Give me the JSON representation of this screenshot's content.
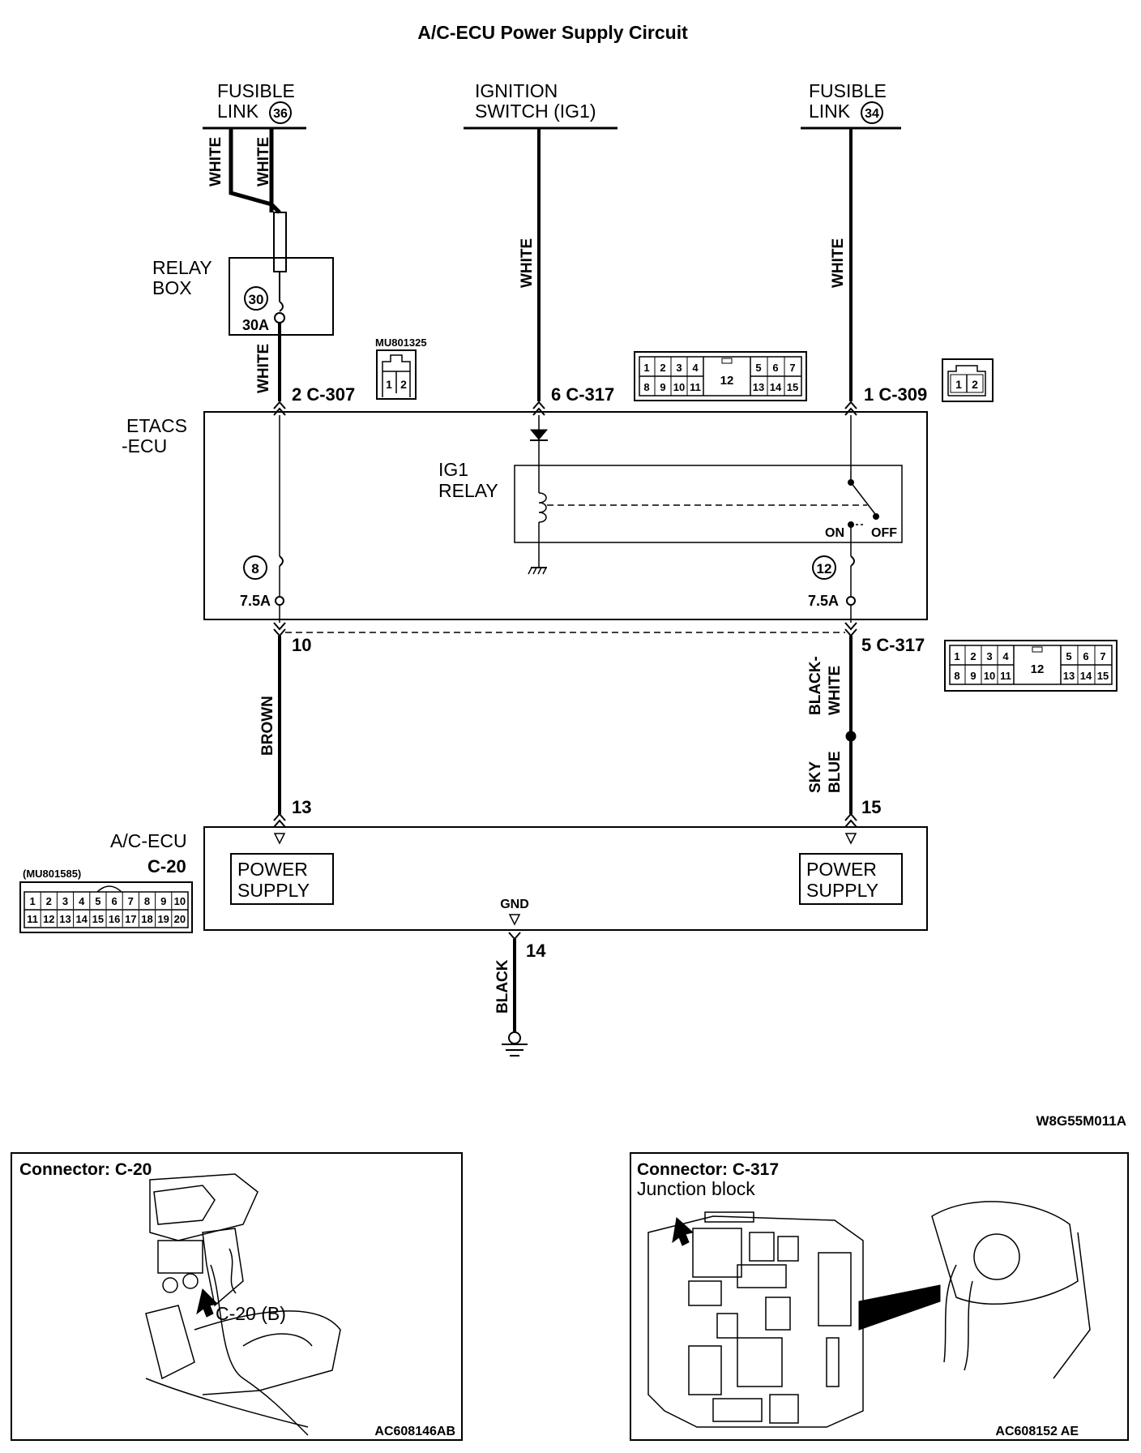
{
  "title": "A/C-ECU Power Supply Circuit",
  "sources": {
    "fusible_link_36": {
      "line1": "FUSIBLE",
      "line2": "LINK",
      "num": "36"
    },
    "ignition": {
      "line1": "IGNITION",
      "line2": "SWITCH (IG1)"
    },
    "fusible_link_34": {
      "line1": "FUSIBLE",
      "line2": "LINK",
      "num": "34"
    }
  },
  "relay_box": {
    "line1": "RELAY",
    "line2": "BOX",
    "fuse_num": "30",
    "fuse_rating": "30A"
  },
  "etacs": {
    "line1": "ETACS",
    "line2": "-ECU",
    "relay_line1": "IG1",
    "relay_line2": "RELAY",
    "on": "ON",
    "off": "OFF",
    "fuse_left_num": "8",
    "fuse_left_rating": "7.5A",
    "fuse_right_num": "12",
    "fuse_right_rating": "7.5A"
  },
  "wires": {
    "white": "WHITE",
    "brown": "BROWN",
    "black_white_1": "BLACK-",
    "black_white_2": "WHITE",
    "sky_blue_1": "SKY",
    "sky_blue_2": "BLUE",
    "black": "BLACK"
  },
  "pins": {
    "c307": "2  C-307",
    "c317_top": "6  C-317",
    "c309": "1  C-309",
    "ten": "10",
    "c317_mid": "5  C-317",
    "thirteen": "13",
    "fifteen": "15",
    "fourteen": "14"
  },
  "connectors": {
    "mu801325": "MU801325",
    "two_pin": [
      "1",
      "2"
    ],
    "c317_top_row": [
      "1",
      "2",
      "3",
      "4",
      "5",
      "6",
      "7"
    ],
    "c317_bottom_row": [
      "8",
      "9",
      "10",
      "11",
      "13",
      "14",
      "15"
    ],
    "c317_center": "12",
    "c20_code": "(MU801585)",
    "c20_top_row": [
      "1",
      "2",
      "3",
      "4",
      "5",
      "6",
      "7",
      "8",
      "9",
      "10"
    ],
    "c20_bottom_row": [
      "11",
      "12",
      "13",
      "14",
      "15",
      "16",
      "17",
      "18",
      "19",
      "20"
    ]
  },
  "ac_ecu": {
    "line1": "A/C-ECU",
    "line2": "C-20",
    "ps_line1": "POWER",
    "ps_line2": "SUPPLY",
    "gnd": "GND"
  },
  "diagram_code": "W8G55M011A",
  "panel_left": {
    "title": "Connector: C-20",
    "callout": "C-20 (B)",
    "code": "AC608146AB"
  },
  "panel_right": {
    "title": "Connector: C-317",
    "subtitle": "Junction block",
    "code": "AC608152 AE"
  }
}
